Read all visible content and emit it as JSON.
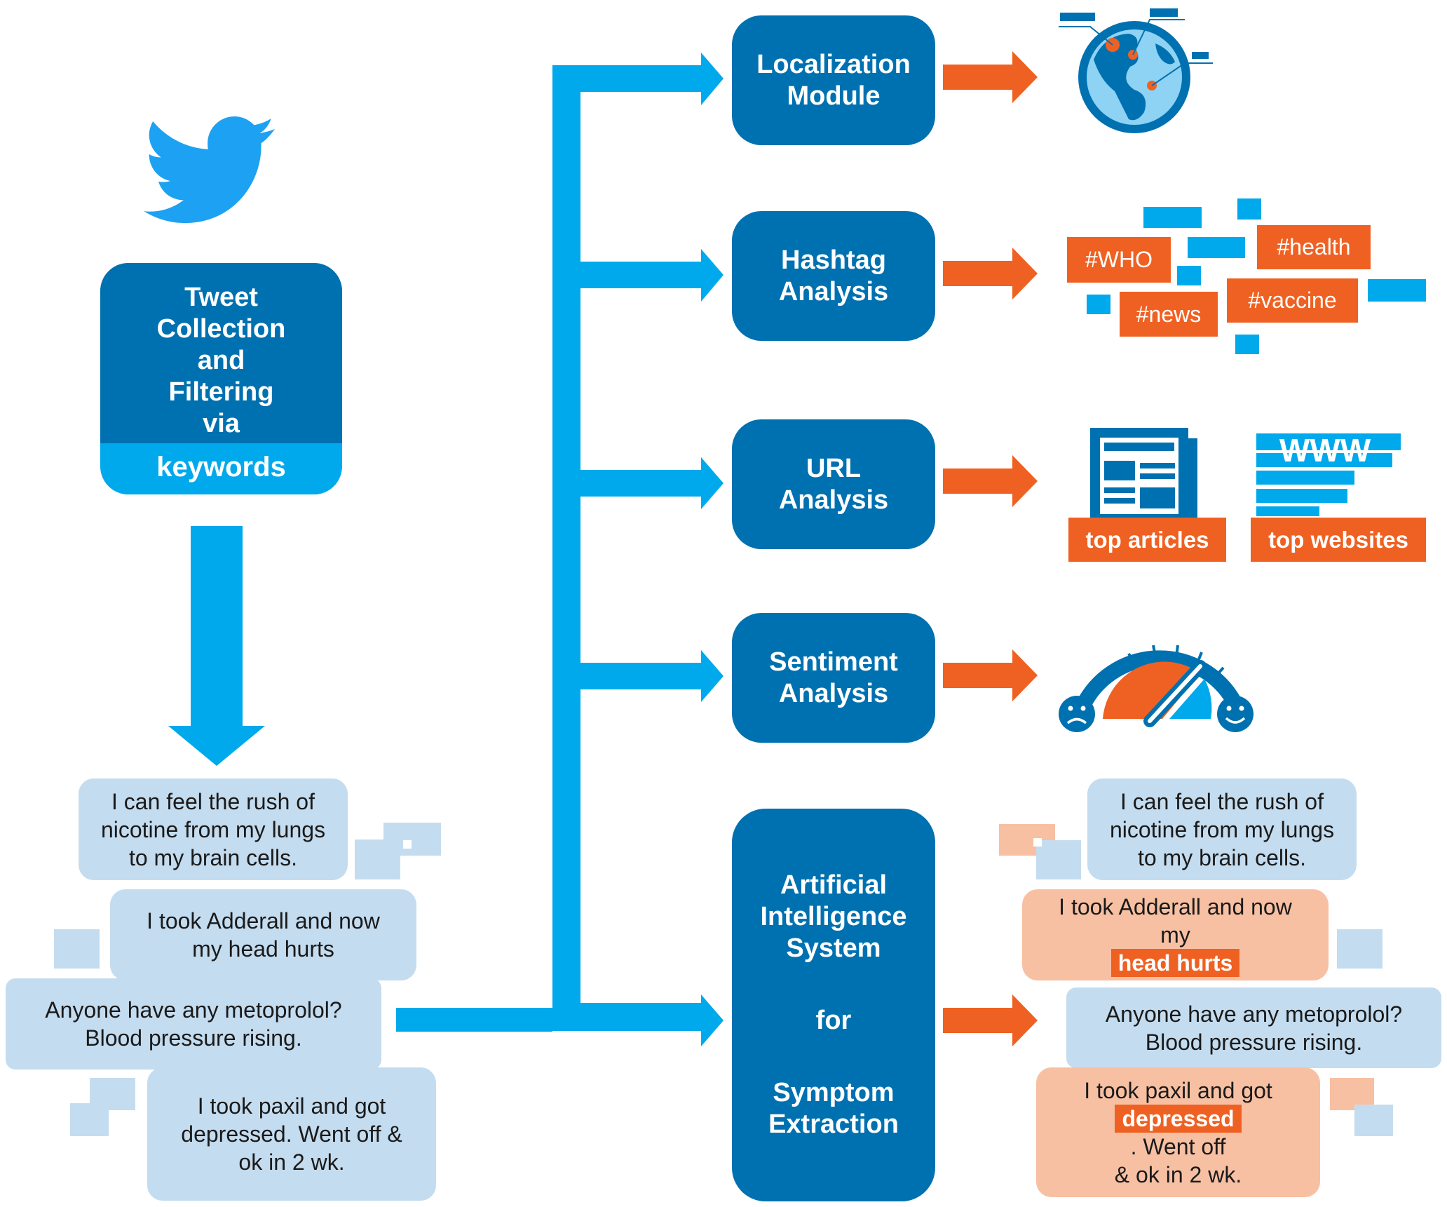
{
  "collection_box": {
    "lines": [
      "Tweet",
      "Collection",
      "and",
      "Filtering",
      "via"
    ],
    "keywords_label": "keywords"
  },
  "tweets_input": [
    {
      "lines": [
        "I can feel the rush of",
        "nicotine from my lungs",
        "to my brain cells."
      ]
    },
    {
      "lines": [
        "I took Adderall and now",
        "my head hurts"
      ]
    },
    {
      "lines": [
        "Anyone have any metoprolol?",
        "Blood pressure rising."
      ]
    },
    {
      "lines": [
        "I took paxil and got",
        "depressed. Went off &",
        "ok in 2 wk."
      ]
    }
  ],
  "modules": {
    "localization": [
      "Localization",
      "Module"
    ],
    "hashtag": [
      "Hashtag",
      "Analysis"
    ],
    "url": [
      "URL",
      "Analysis"
    ],
    "sentiment": [
      "Sentiment",
      "Analysis"
    ],
    "ai": {
      "line1": "Artificial",
      "line2": "Intelligence",
      "line3": "System",
      "line4": "for",
      "line5": "Symptom",
      "line6": "Extraction"
    }
  },
  "hashtags": {
    "who": "#WHO",
    "health": "#health",
    "news": "#news",
    "vaccine": "#vaccine"
  },
  "url_outputs": {
    "articles_label": "top articles",
    "websites_label": "top websites",
    "www_text": "WWW"
  },
  "tweets_output": [
    {
      "lines": [
        "I can feel the rush of",
        "nicotine from my lungs",
        "to my brain cells."
      ]
    },
    {
      "pre": "my",
      "highlight": "head hurts",
      "line1": "I took Adderall and now"
    },
    {
      "lines": [
        "Anyone have any metoprolol?",
        "Blood pressure rising."
      ]
    },
    {
      "line1": "I took paxil and got",
      "highlight": "depressed",
      "post": ". Went off",
      "line3": "& ok in 2 wk."
    }
  ],
  "colors": {
    "module_blue": "#0071b0",
    "arrow_blue": "#00a9ec",
    "orange": "#ef6122",
    "tweet_blue": "#c4dcef",
    "tweet_peach": "#f8c0a3",
    "twitter_blue": "#1da1f2"
  },
  "icons": [
    "twitter-bird-icon",
    "globe-icon",
    "newspaper-icon",
    "website-icon",
    "sentiment-gauge-icon",
    "sad-face-icon",
    "happy-face-icon"
  ]
}
